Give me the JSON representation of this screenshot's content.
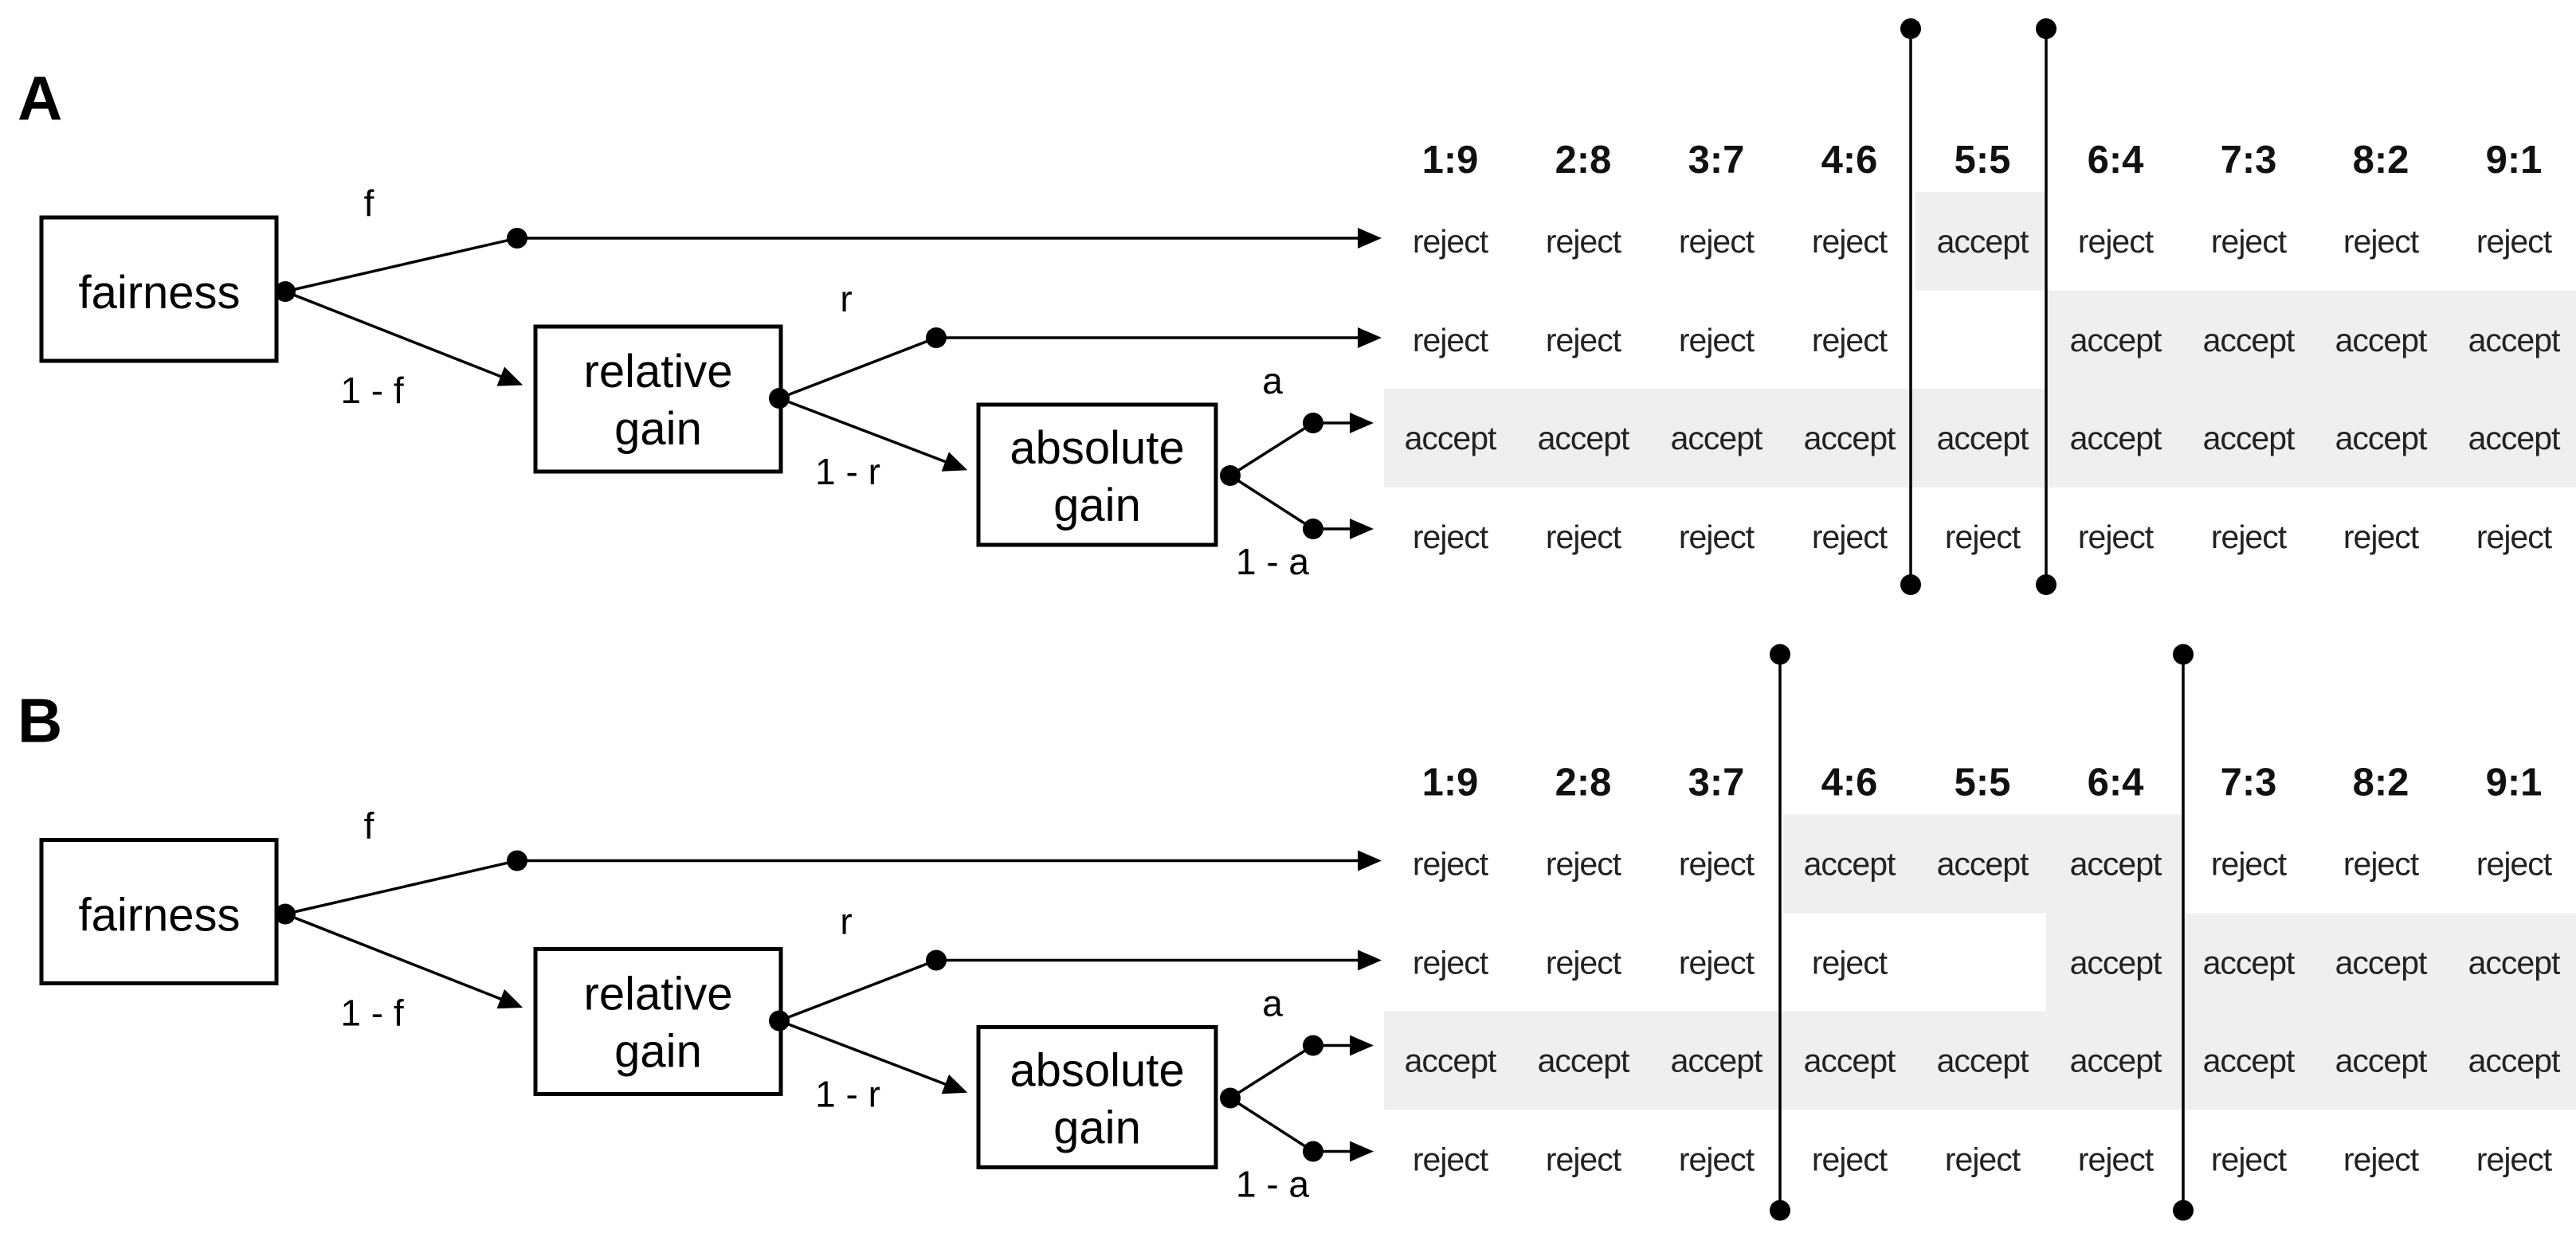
{
  "figure": {
    "background_color": "#ffffff",
    "ink_color": "#000000",
    "shade_color": "#efefef",
    "panels": [
      {
        "label": "A",
        "tree": {
          "root_node": "fairness",
          "relative_node_line1": "relative",
          "relative_node_line2": "gain",
          "absolute_node_line1": "absolute",
          "absolute_node_line2": "gain",
          "branch_f": "f",
          "branch_not_f": "1 - f",
          "branch_r": "r",
          "branch_not_r": "1 - r",
          "branch_a": "a",
          "branch_not_a": "1 - a"
        },
        "table": {
          "headers": [
            "1:9",
            "2:8",
            "3:7",
            "4:6",
            "5:5",
            "6:4",
            "7:3",
            "8:2",
            "9:1"
          ],
          "bracketed_columns": [
            "5:5"
          ],
          "rows": [
            {
              "source_branch": "f",
              "shaded_columns": [
                "5:5"
              ],
              "cells": [
                "reject",
                "reject",
                "reject",
                "reject",
                "accept",
                "reject",
                "reject",
                "reject",
                "reject"
              ]
            },
            {
              "source_branch": "r",
              "shaded_columns": [
                "6:4",
                "7:3",
                "8:2",
                "9:1"
              ],
              "cells": [
                "reject",
                "reject",
                "reject",
                "reject",
                "",
                "accept",
                "accept",
                "accept",
                "accept"
              ]
            },
            {
              "source_branch": "a",
              "shaded_columns": [
                "1:9",
                "2:8",
                "3:7",
                "4:6",
                "5:5",
                "6:4",
                "7:3",
                "8:2",
                "9:1"
              ],
              "cells": [
                "accept",
                "accept",
                "accept",
                "accept",
                "accept",
                "accept",
                "accept",
                "accept",
                "accept"
              ]
            },
            {
              "source_branch": "1 - a",
              "shaded_columns": [],
              "cells": [
                "reject",
                "reject",
                "reject",
                "reject",
                "reject",
                "reject",
                "reject",
                "reject",
                "reject"
              ]
            }
          ]
        }
      },
      {
        "label": "B",
        "tree": {
          "root_node": "fairness",
          "relative_node_line1": "relative",
          "relative_node_line2": "gain",
          "absolute_node_line1": "absolute",
          "absolute_node_line2": "gain",
          "branch_f": "f",
          "branch_not_f": "1 - f",
          "branch_r": "r",
          "branch_not_r": "1 - r",
          "branch_a": "a",
          "branch_not_a": "1 - a"
        },
        "table": {
          "headers": [
            "1:9",
            "2:8",
            "3:7",
            "4:6",
            "5:5",
            "6:4",
            "7:3",
            "8:2",
            "9:1"
          ],
          "bracketed_columns": [
            "4:6",
            "5:5",
            "6:4"
          ],
          "rows": [
            {
              "source_branch": "f",
              "shaded_columns": [
                "4:6",
                "5:5",
                "6:4"
              ],
              "cells": [
                "reject",
                "reject",
                "reject",
                "accept",
                "accept",
                "accept",
                "reject",
                "reject",
                "reject"
              ]
            },
            {
              "source_branch": "r",
              "shaded_columns": [
                "6:4",
                "7:3",
                "8:2",
                "9:1"
              ],
              "cells": [
                "reject",
                "reject",
                "reject",
                "reject",
                "",
                "accept",
                "accept",
                "accept",
                "accept"
              ]
            },
            {
              "source_branch": "a",
              "shaded_columns": [
                "1:9",
                "2:8",
                "3:7",
                "4:6",
                "5:5",
                "6:4",
                "7:3",
                "8:2",
                "9:1"
              ],
              "cells": [
                "accept",
                "accept",
                "accept",
                "accept",
                "accept",
                "accept",
                "accept",
                "accept",
                "accept"
              ]
            },
            {
              "source_branch": "1 - a",
              "shaded_columns": [],
              "cells": [
                "reject",
                "reject",
                "reject",
                "reject",
                "reject",
                "reject",
                "reject",
                "reject",
                "reject"
              ]
            }
          ]
        }
      }
    ]
  }
}
